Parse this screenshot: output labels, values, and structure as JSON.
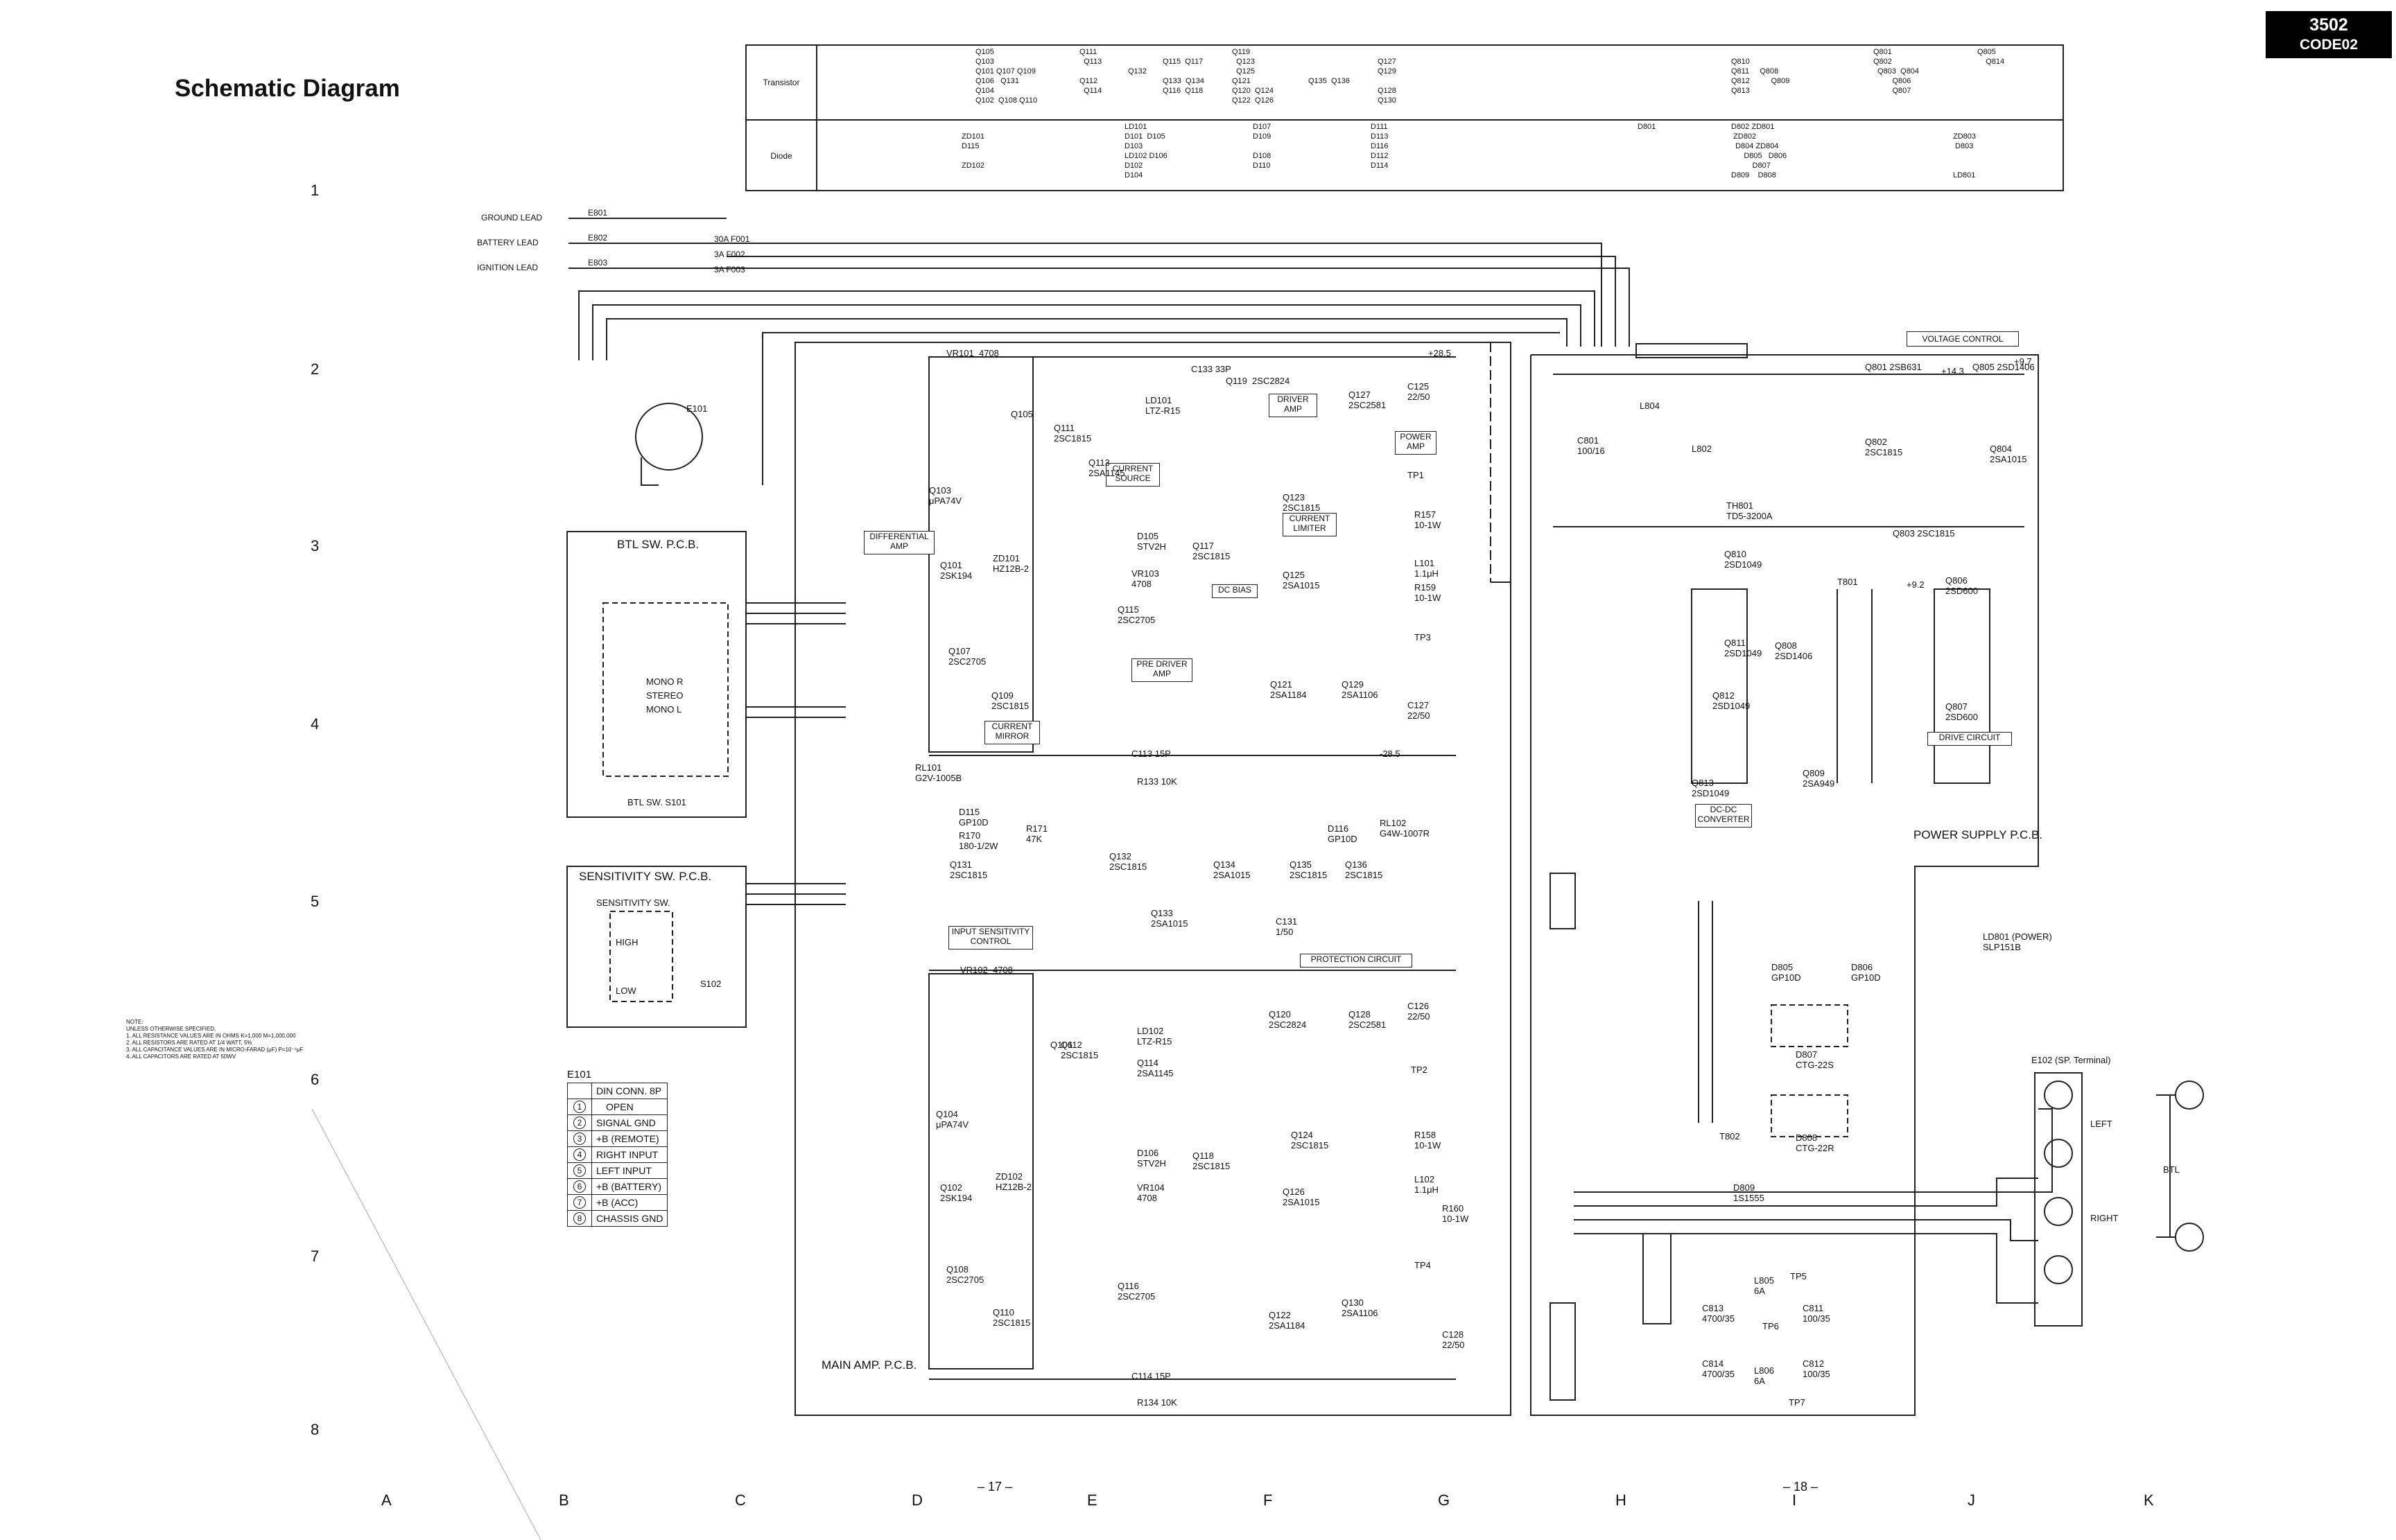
{
  "page": {
    "title": "Schematic Diagram",
    "model": "3502",
    "code": "CODE02"
  },
  "parts_table": {
    "transistor_label": "Transistor",
    "diode_label": "Diode",
    "transistor_groups": [
      "Q105\nQ103\nQ101 Q107 Q109\nQ106   Q131\nQ104\nQ102  Q108 Q110",
      "Q111\n  Q113\n\nQ112\n  Q114",
      "\n\nQ132",
      "\nQ115  Q117\n\nQ133  Q134\nQ116  Q118",
      "Q119\n  Q123\n  Q125\nQ121\nQ120  Q124\nQ122  Q126",
      "\n\n\nQ135  Q136",
      "\nQ127\nQ129\n\nQ128\nQ130",
      "\nQ810\nQ811     Q808\nQ812          Q809\nQ813",
      "Q801\nQ802\n  Q803  Q804\n         Q806\n         Q807",
      "Q805\n    Q814"
    ],
    "diode_groups": [
      "\nZD101\nD115\n\nZD102",
      "LD101\nD101  D105\nD103\nLD102 D106\nD102\nD104",
      "D107\nD109\n\nD108\nD110",
      "D111\nD113\nD116\nD112\nD114",
      "D801",
      "D802 ZD801\n ZD802\n  D804 ZD804\n      D805   D806\n          D807\nD809    D808",
      "\nZD803\n D803\n\n\nLD801"
    ]
  },
  "row_labels": [
    "1",
    "2",
    "3",
    "4",
    "5",
    "6",
    "7",
    "8"
  ],
  "column_labels": [
    "A",
    "B",
    "C",
    "D",
    "E",
    "F",
    "G",
    "H",
    "I",
    "J",
    "K"
  ],
  "page_numbers": {
    "left": "– 17 –",
    "right": "– 18 –"
  },
  "notes": {
    "title": "NOTE:",
    "lines": [
      "UNLESS OTHERWISE SPECIFIED,",
      "1. ALL RESISTANCE VALUES ARE IN OHMS K=1,000 M=1,000,000",
      "2. ALL RESISTORS ARE RATED AT 1/4 WATT, 5%",
      "3. ALL CAPACITANCE VALUES ARE IN MICRO-FARAD (μF) P=10⁻⁶μF",
      "4. ALL CAPACITORS ARE RATED AT 50WV"
    ]
  },
  "e101": {
    "title": "E101",
    "header": "DIN CONN. 8P",
    "pins": [
      {
        "n": "1",
        "label": "OPEN"
      },
      {
        "n": "2",
        "label": "SIGNAL  GND"
      },
      {
        "n": "3",
        "label": "+B (REMOTE)"
      },
      {
        "n": "4",
        "label": "RIGHT  INPUT"
      },
      {
        "n": "5",
        "label": "LEFT  INPUT"
      },
      {
        "n": "6",
        "label": "+B (BATTERY)"
      },
      {
        "n": "7",
        "label": "+B (ACC)"
      },
      {
        "n": "8",
        "label": "CHASSIS  GND"
      }
    ]
  },
  "leads": {
    "ground": "GROUND  LEAD",
    "battery": "BATTERY  LEAD",
    "ignition": "IGNITION  LEAD",
    "e801": "E801",
    "e802": "E802",
    "e803": "E803",
    "f001": "30A  F001",
    "f002": "3A  F002",
    "f003": "3A  F003"
  },
  "pcb_labels": {
    "btl_sw": "BTL  SW.  P.C.B.",
    "sensitivity_sw": "SENSITIVITY  SW.  P.C.B.",
    "main_amp": "MAIN  AMP.  P.C.B.",
    "power_supply": "POWER  SUPPLY  P.C.B.",
    "btl_s101": "BTL    SW.     S101",
    "sens_sw": "SENSITIVITY  SW.",
    "s102": "S102",
    "high": "HIGH",
    "low": "LOW",
    "mono_r": "MONO    R",
    "stereo": "STEREO",
    "mono_l": "MONO    L",
    "e101_conn": "E101"
  },
  "blocks": {
    "differential_amp": "DIFFERENTIAL\nAMP",
    "current_mirror": "CURRENT\nMIRROR",
    "current_source": "CURRENT\nSOURCE",
    "dc_bias": "DC BIAS",
    "pre_driver_amp": "PRE DRIVER\nAMP",
    "driver_amp": "DRIVER\nAMP",
    "power_amp": "POWER\nAMP",
    "current_limiter": "CURRENT\nLIMITER",
    "input_sensitivity_control": "INPUT SENSITIVITY\nCONTROL",
    "protection_circuit": "PROTECTION  CIRCUIT",
    "voltage_control": "VOLTAGE  CONTROL",
    "dc_dc_converter": "DC-DC\nCONVERTER",
    "drive_circuit": "DRIVE CIRCUIT"
  },
  "speaker": {
    "terminal": "E102  (SP.  Terminal)",
    "left": "LEFT",
    "right": "RIGHT",
    "btl": "BTL"
  },
  "components_ch1": {
    "vr101": "VR101  4708",
    "q105": "Q105",
    "q103": "Q103\nμPA74V",
    "q101": "Q101\n2SK194",
    "zd101": "ZD101\nHZ12B-2",
    "q107": "Q107\n2SC2705",
    "q109": "Q109\n2SC1815",
    "q111": "Q111\n2SC1815",
    "q113": "Q113\n2SA1145",
    "q115": "Q115\n2SC2705",
    "q117": "Q117\n2SC1815",
    "q119": "Q119  2SC2824",
    "q121": "Q121\n2SA1184",
    "q123": "Q123\n2SC1815",
    "q125": "Q125\n2SA1015",
    "q127": "Q127\n2SC2581",
    "q129": "Q129\n2SA1106",
    "ld101": "LD101\nLTZ-R15",
    "d105": "D105\nSTV2H",
    "vr103": "VR103\n4708",
    "rl101": "RL101\nG2V-1005B",
    "c113": "C113  15P",
    "r133": "R133  10K",
    "c133": "C133  33P",
    "l101": "L101\n1.1μH",
    "r157": "R157\n10-1W",
    "r159": "R159\n10-1W",
    "c125": "C125\n22/50",
    "c127": "C127\n22/50",
    "v_plus": "+28.5",
    "v_minus": "-28.5"
  },
  "components_mid": {
    "d115": "D115\nGP10D",
    "r170": "R170\n180-1/2W",
    "r171": "R171\n47K",
    "q131": "Q131\n2SC1815",
    "q132": "Q132\n2SC1815",
    "q133": "Q133\n2SA1015",
    "q134": "Q134\n2SA1015",
    "q135": "Q135\n2SC1815",
    "q136": "Q136\n2SC1815",
    "d116": "D116\nGP10D",
    "rl102": "RL102\nG4W-1007R",
    "c131": "C131\n1/50"
  },
  "components_ch2": {
    "vr102": "VR102  4708",
    "q106": "Q106",
    "q104": "Q104\nμPA74V",
    "q102": "Q102\n2SK194",
    "zd102": "ZD102\nHZ12B-2",
    "q108": "Q108\n2SC2705",
    "q110": "Q110\n2SC1815",
    "q112": "Q112\n2SC1815",
    "q114": "Q114\n2SA1145",
    "q116": "Q116\n2SC2705",
    "q118": "Q118\n2SC1815",
    "q120": "Q120\n2SC2824",
    "q122": "Q122\n2SA1184",
    "q124": "Q124\n2SC1815",
    "q126": "Q126\n2SA1015",
    "q128": "Q128\n2SC2581",
    "q130": "Q130\n2SA1106",
    "ld102": "LD102\nLTZ-R15",
    "d106": "D106\nSTV2H",
    "vr104": "VR104\n4708",
    "c114": "C114  15P",
    "r134": "R134  10K",
    "l102": "L102\n1.1μH",
    "r158": "R158\n10-1W",
    "r160": "R160\n10-1W",
    "c126": "C126\n22/50",
    "c128": "C128\n22/50"
  },
  "components_ps": {
    "q801": "Q801  2SB631",
    "q805": "Q805  2SD1406",
    "q802": "Q802\n2SC1815",
    "q803": "Q803  2SC1815",
    "q804": "Q804\n2SA1015",
    "q806": "Q806\n2SD600",
    "q807": "Q807\n2SD600",
    "q808": "Q808\n2SD1406",
    "q809": "Q809\n2SA949",
    "q810": "Q810\n2SD1049",
    "q811": "Q811\n2SD1049",
    "q812": "Q812\n2SD1049",
    "q813": "Q813\n2SD1049",
    "t801": "T801",
    "t802": "T802",
    "l804": "L804",
    "l802": "L802",
    "l805": "L805\n6A",
    "l806": "L806\n6A",
    "ld801": "LD801 (POWER)\nSLP151B",
    "d807": "D807\nCTG-22S",
    "d808": "D808\nCTG-22R",
    "d805": "D805\nGP10D",
    "d806": "D806\nGP10D",
    "d809": "D809\n1S1555",
    "c801": "C801\n100/16",
    "c813": "C813\n4700/35",
    "c814": "C814\n4700/35",
    "c811": "C811\n100/35",
    "c812": "C812\n100/35",
    "th801": "TH801\nTD5-3200A",
    "tp5": "TP5",
    "tp6": "TP6",
    "tp7": "TP7",
    "v143": "+14.3",
    "v97": "+9.7",
    "v92": "+9.2"
  },
  "tps": {
    "tp1": "TP1",
    "tp2": "TP2",
    "tp3": "TP3",
    "tp4": "TP4"
  }
}
